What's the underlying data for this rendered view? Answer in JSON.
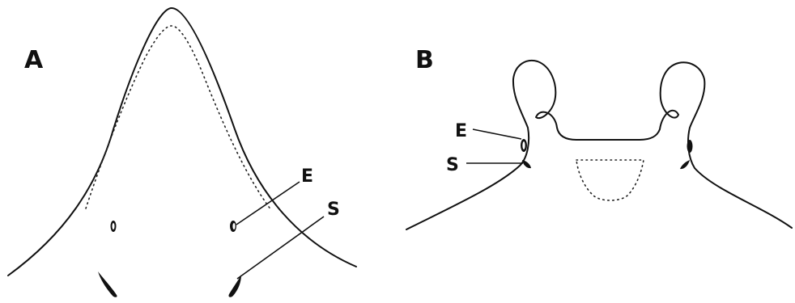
{
  "panels": [
    {
      "letter": "A",
      "labels": {
        "e": "E",
        "s": "S"
      }
    },
    {
      "letter": "B",
      "labels": {
        "e": "E",
        "s": "S"
      }
    }
  ]
}
